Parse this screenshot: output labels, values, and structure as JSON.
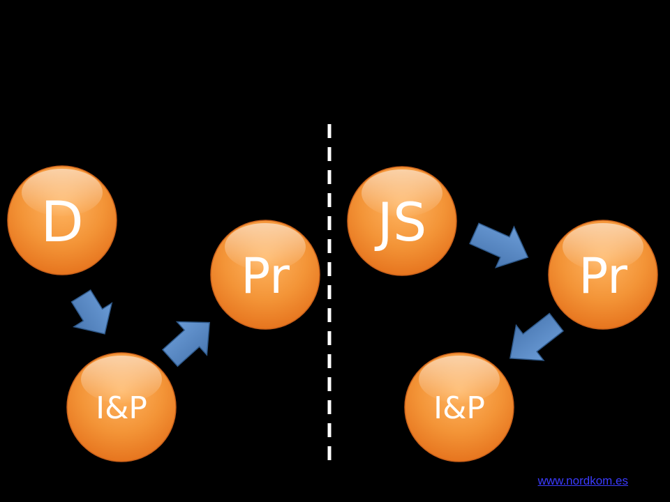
{
  "colors": {
    "background": "#000000",
    "node_orange": "#f39437",
    "node_orange_dark": "#e46f1a",
    "arrow_blue": "#4f81bd",
    "arrow_outline": "#2f5a8c",
    "divider": "#ffffff",
    "link_blue": "#3b3bff"
  },
  "left_flow": {
    "nodes": [
      {
        "id": "d",
        "label": "D"
      },
      {
        "id": "ip",
        "label": "I&P"
      },
      {
        "id": "pr",
        "label": "Pr"
      }
    ]
  },
  "right_flow": {
    "nodes": [
      {
        "id": "js",
        "label": "JS"
      },
      {
        "id": "pr",
        "label": "Pr"
      },
      {
        "id": "ip",
        "label": "I&P"
      }
    ]
  },
  "footer": {
    "link_text": "www.nordkom.es"
  }
}
